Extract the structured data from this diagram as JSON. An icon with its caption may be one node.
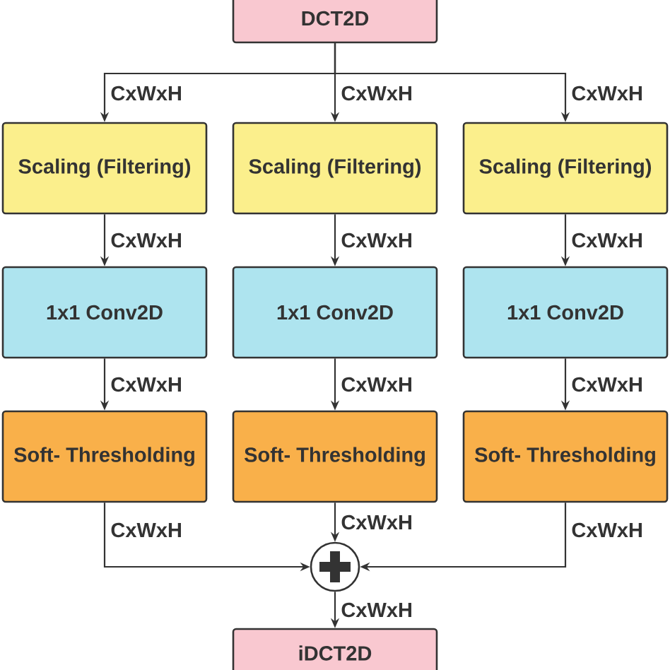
{
  "diagram": {
    "nodes": [
      {
        "text": [
          "DCT2D"
        ]
      },
      {
        "text": [
          "Scaling (Filtering)"
        ]
      },
      {
        "text": [
          "Scaling (Filtering)"
        ]
      },
      {
        "text": [
          "Scaling (Filtering)"
        ]
      },
      {
        "text": [
          "1x1 Conv2D"
        ]
      },
      {
        "text": [
          "1x1 Conv2D"
        ]
      },
      {
        "text": [
          "1x1 Conv2D"
        ]
      },
      {
        "text": [
          "Soft- Thresholding"
        ]
      },
      {
        "text": [
          "Soft- Thresholding"
        ]
      },
      {
        "text": [
          "Soft- Thresholding"
        ]
      },
      {
        "text": [],
        "shape": "circle"
      },
      {
        "text": [
          "iDCT2D"
        ]
      }
    ],
    "edges": [
      {
        "from": 0,
        "to": 1,
        "arrow": "to",
        "label": "CxWxH"
      },
      {
        "from": 0,
        "to": 2,
        "arrow": "to",
        "label": "CxWxH"
      },
      {
        "from": 0,
        "to": 3,
        "arrow": "to",
        "label": "CxWxH"
      },
      {
        "from": 1,
        "to": 4,
        "arrow": "to",
        "label": "CxWxH"
      },
      {
        "from": 2,
        "to": 5,
        "arrow": "to",
        "label": "CxWxH"
      },
      {
        "from": 3,
        "to": 6,
        "arrow": "to",
        "label": "CxWxH"
      },
      {
        "from": 4,
        "to": 7,
        "arrow": "to",
        "label": "CxWxH"
      },
      {
        "from": 5,
        "to": 8,
        "arrow": "to",
        "label": "CxWxH"
      },
      {
        "from": 6,
        "to": 9,
        "arrow": "to",
        "label": "CxWxH"
      },
      {
        "from": 7,
        "to": 10,
        "arrow": "to",
        "label": "CxWxH"
      },
      {
        "from": 8,
        "to": 10,
        "arrow": "to",
        "label": "CxWxH"
      },
      {
        "from": 9,
        "to": 10,
        "arrow": "to",
        "label": "CxWxH"
      },
      {
        "from": 10,
        "to": 11,
        "arrow": "to",
        "label": "CxWxH"
      }
    ]
  }
}
